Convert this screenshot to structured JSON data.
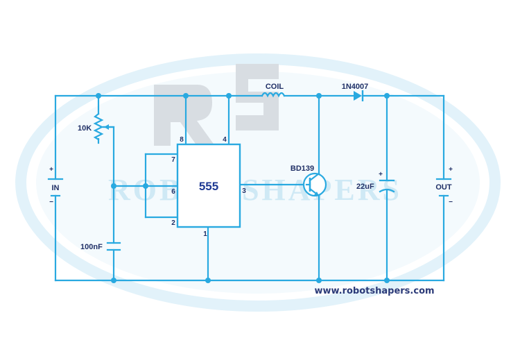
{
  "watermark": {
    "text": "ROBOT SHAPERS",
    "logo": "RS"
  },
  "components": {
    "ic": "555",
    "potentiometer": "10K",
    "capacitor_timing": "100nF",
    "capacitor_output": "22uF",
    "inductor": "COIL",
    "diode": "1N4007",
    "transistor": "BD139",
    "input_label": "IN",
    "output_label": "OUT",
    "plus": "+",
    "minus": "−"
  },
  "pins": {
    "p8": "8",
    "p4": "4",
    "p7": "7",
    "p6": "6",
    "p2": "2",
    "p3": "3",
    "p1": "1"
  },
  "website": "www.robotshapers.com",
  "colors": {
    "wire": "#29a9e0",
    "label": "#1f2f66",
    "watermark": "#cfe9f5"
  }
}
